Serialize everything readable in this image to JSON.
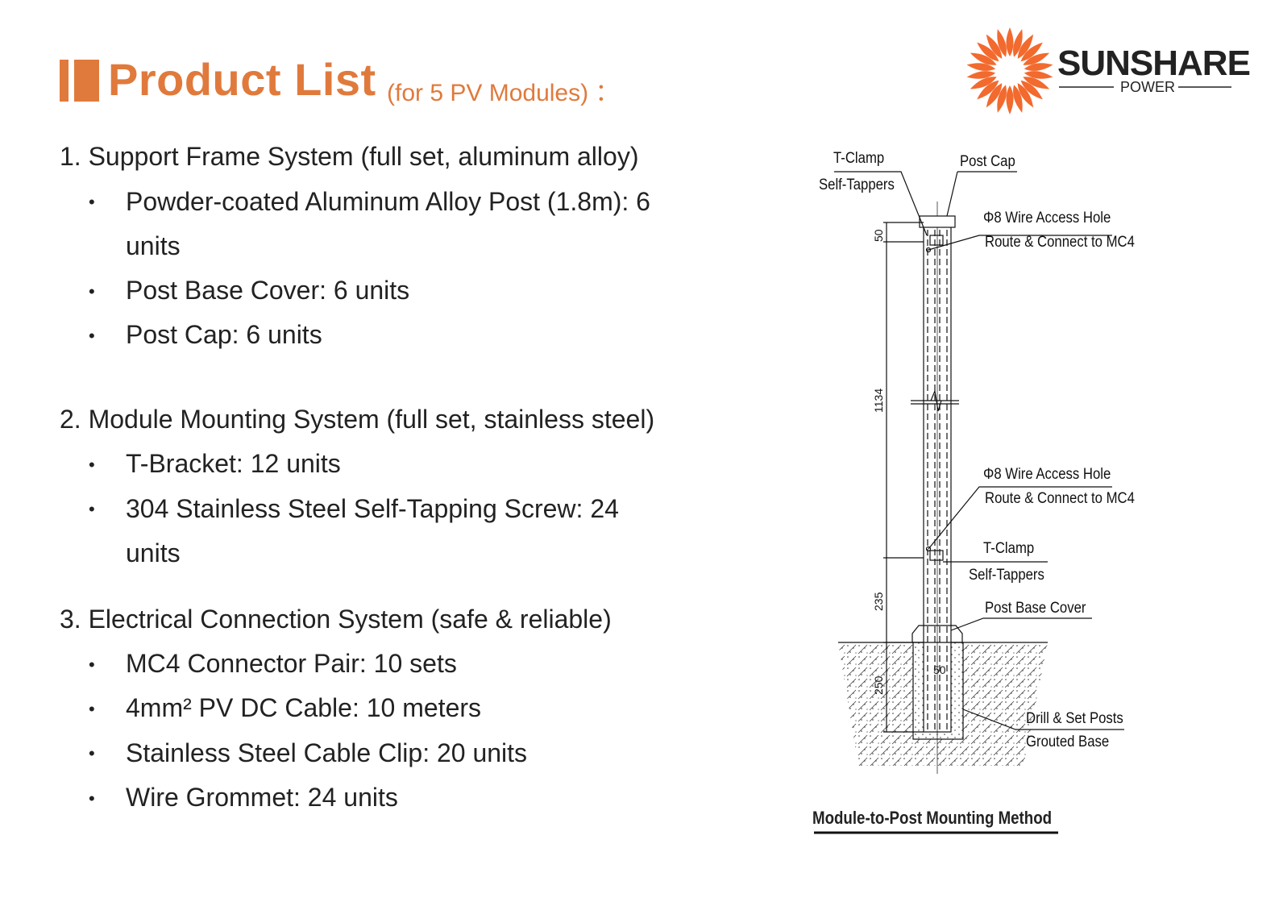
{
  "header": {
    "title": "Product List",
    "subtitle": "(for 5 PV Modules) ：",
    "accent_color": "#e07a3c"
  },
  "logo": {
    "brand": "SUNSHARE",
    "tagline": "POWER",
    "icon": "sun-icon",
    "color": "#f26a2e"
  },
  "sections": [
    {
      "heading": "1. Support Frame System (full set, aluminum alloy)",
      "items": [
        {
          "line1": "Powder-coated Aluminum Alloy Post (1.8m): 6",
          "line2": "units"
        },
        {
          "line1": "Post Base Cover: 6 units"
        },
        {
          "line1": "Post Cap: 6 units"
        }
      ]
    },
    {
      "heading": "2. Module Mounting System (full set, stainless steel)",
      "items": [
        {
          "line1": "T-Bracket: 12 units"
        },
        {
          "line1": "304 Stainless Steel Self-Tapping Screw: 24",
          "line2": "units"
        }
      ]
    },
    {
      "heading": "3.  Electrical Connection System (safe & reliable)",
      "items": [
        {
          "line1": "MC4 Connector Pair: 10 sets"
        },
        {
          "line1": "4mm² PV DC Cable: 10 meters"
        },
        {
          "line1": "Stainless Steel Cable Clip: 20 units"
        },
        {
          "line1": "Wire Grommet: 24 units"
        }
      ]
    }
  ],
  "bullet": "•",
  "diagram": {
    "caption": "Module-to-Post Mounting Method",
    "labels": {
      "t_clamp_top": "T-Clamp",
      "self_tappers_top": "Self-Tappers",
      "post_cap": "Post Cap",
      "wire_hole_top": "Φ8 Wire Access Hole",
      "route_top": "Route & Connect to MC4",
      "wire_hole_bottom": "Φ8 Wire Access Hole",
      "route_bottom": "Route & Connect to MC4",
      "t_clamp_bottom": "T-Clamp",
      "self_tappers_bottom": "Self-Tappers",
      "post_base_cover": "Post Base Cover",
      "drill_set": "Drill & Set Posts",
      "grouted_base": "Grouted Base"
    },
    "dimensions": {
      "top": "50",
      "middle": "1134",
      "lower": "235",
      "embed": "250",
      "base": "50"
    }
  }
}
